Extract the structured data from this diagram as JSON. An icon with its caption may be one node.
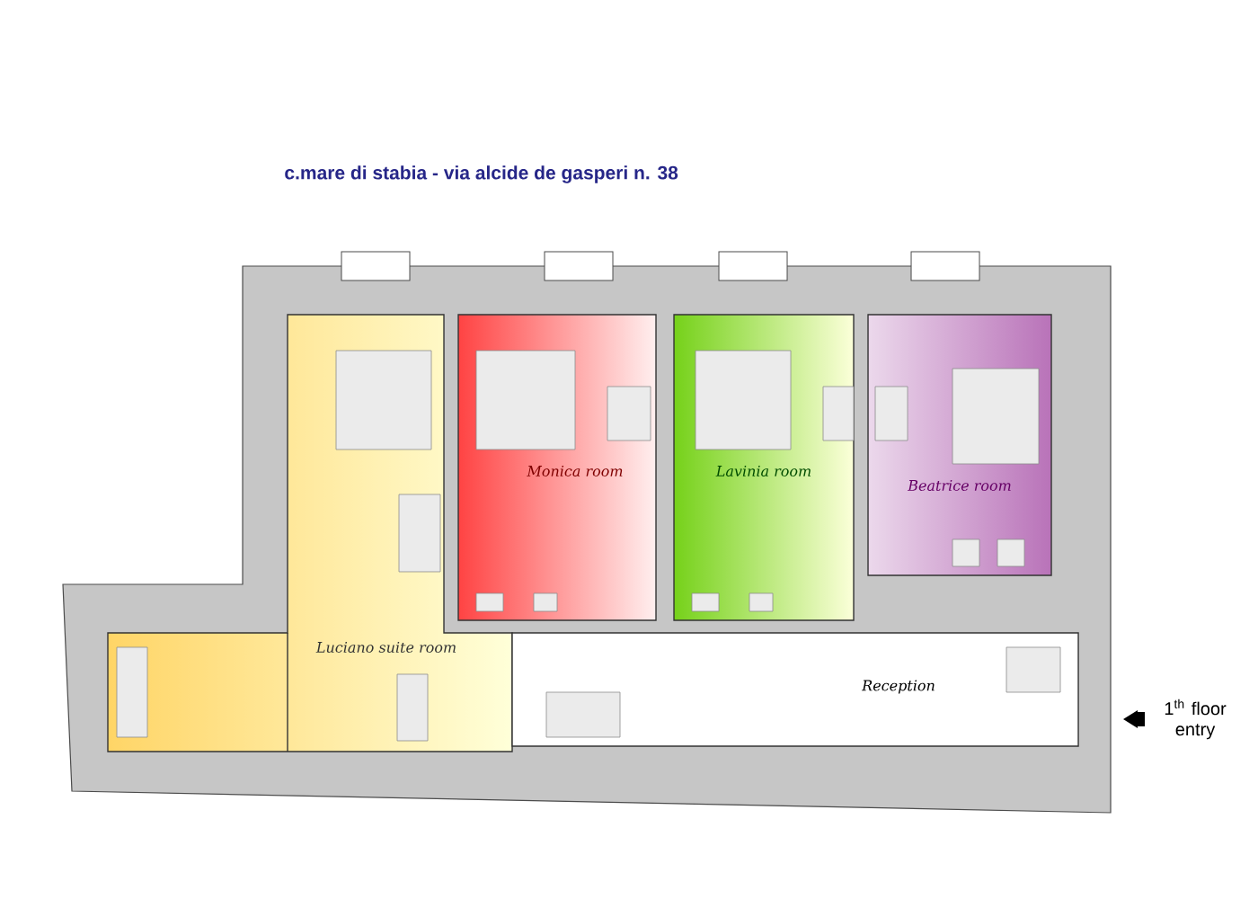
{
  "diagram": {
    "nodes": [
      {
        "text": [
          "Monica room"
        ]
      },
      {
        "text": [
          "Lavinia room"
        ]
      },
      {
        "text": [
          "Beatrice room"
        ]
      },
      {
        "text": [
          "Luciano suite room"
        ]
      },
      {
        "text": [
          "Reception"
        ]
      }
    ],
    "labels": [
      "c.mare di stabia - via alcide de gasperi n. 38",
      "1$^{th}$ floor entry"
    ]
  }
}
